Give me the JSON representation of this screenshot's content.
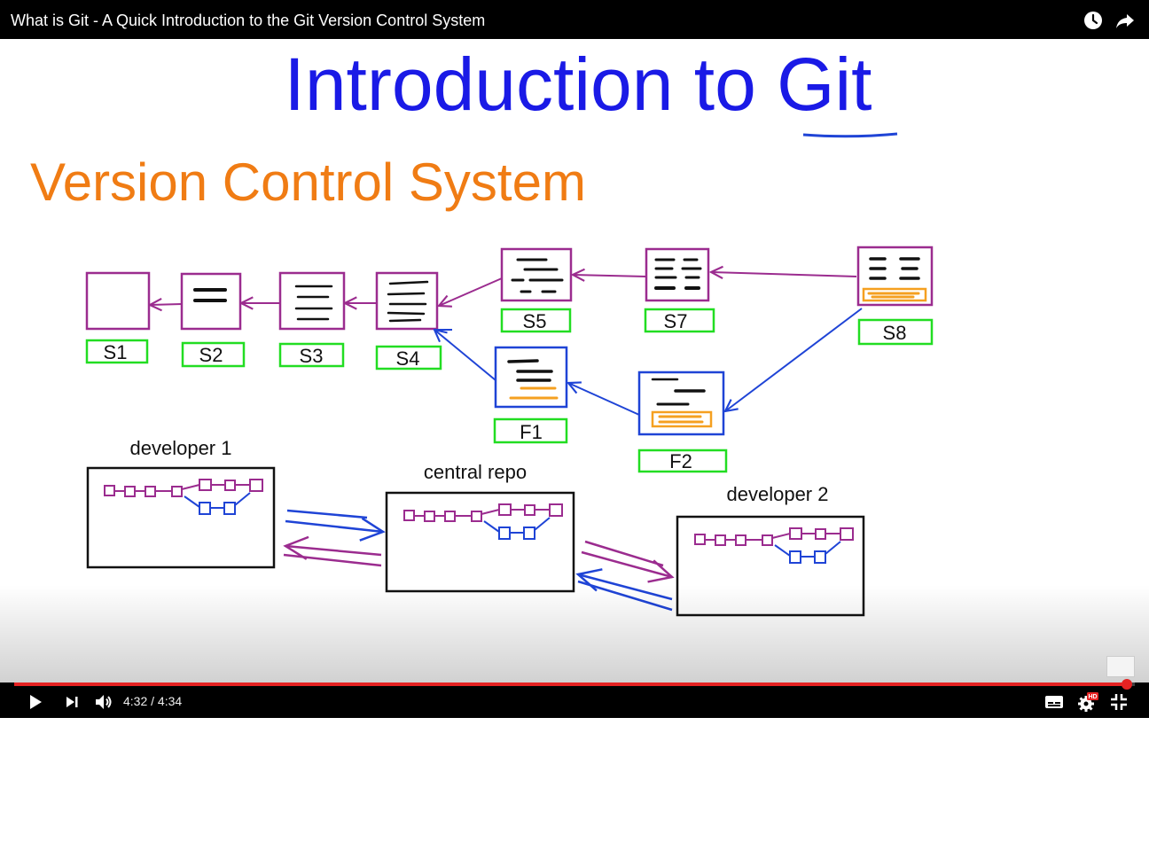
{
  "player": {
    "video_title": "What is Git - A Quick Introduction to the Git Version Control System",
    "current_time": "4:32",
    "duration": "4:34",
    "time_display": "4:32 / 4:34",
    "progress_fraction": 0.993,
    "icons": {
      "watch_later": "clock-icon",
      "share": "share-arrow-icon",
      "play": "play-icon",
      "next": "skip-next-icon",
      "volume": "volume-icon",
      "captions": "subtitles-icon",
      "settings": "gear-icon",
      "settings_badge": "HD",
      "fullscreen_exit": "exit-fullscreen-icon"
    },
    "colors": {
      "progress": "#e52222",
      "bar": "#000000"
    }
  },
  "slide": {
    "title": "Introduction to Git",
    "subtitle": "Version Control System",
    "colors": {
      "title": "#1a1ae6",
      "subtitle": "#f07c14",
      "purple": "#9b2c8f",
      "blue": "#1f44d6",
      "green": "#22dd22",
      "orange": "#f5a020"
    },
    "snapshots": {
      "s1": "S1",
      "s2": "S2",
      "s3": "S3",
      "s4": "S4",
      "s5": "S5",
      "s7": "S7",
      "s8": "S8",
      "f1": "F1",
      "f2": "F2"
    },
    "repos": {
      "developer1": "developer 1",
      "central": "central repo",
      "developer2": "developer 2"
    }
  }
}
